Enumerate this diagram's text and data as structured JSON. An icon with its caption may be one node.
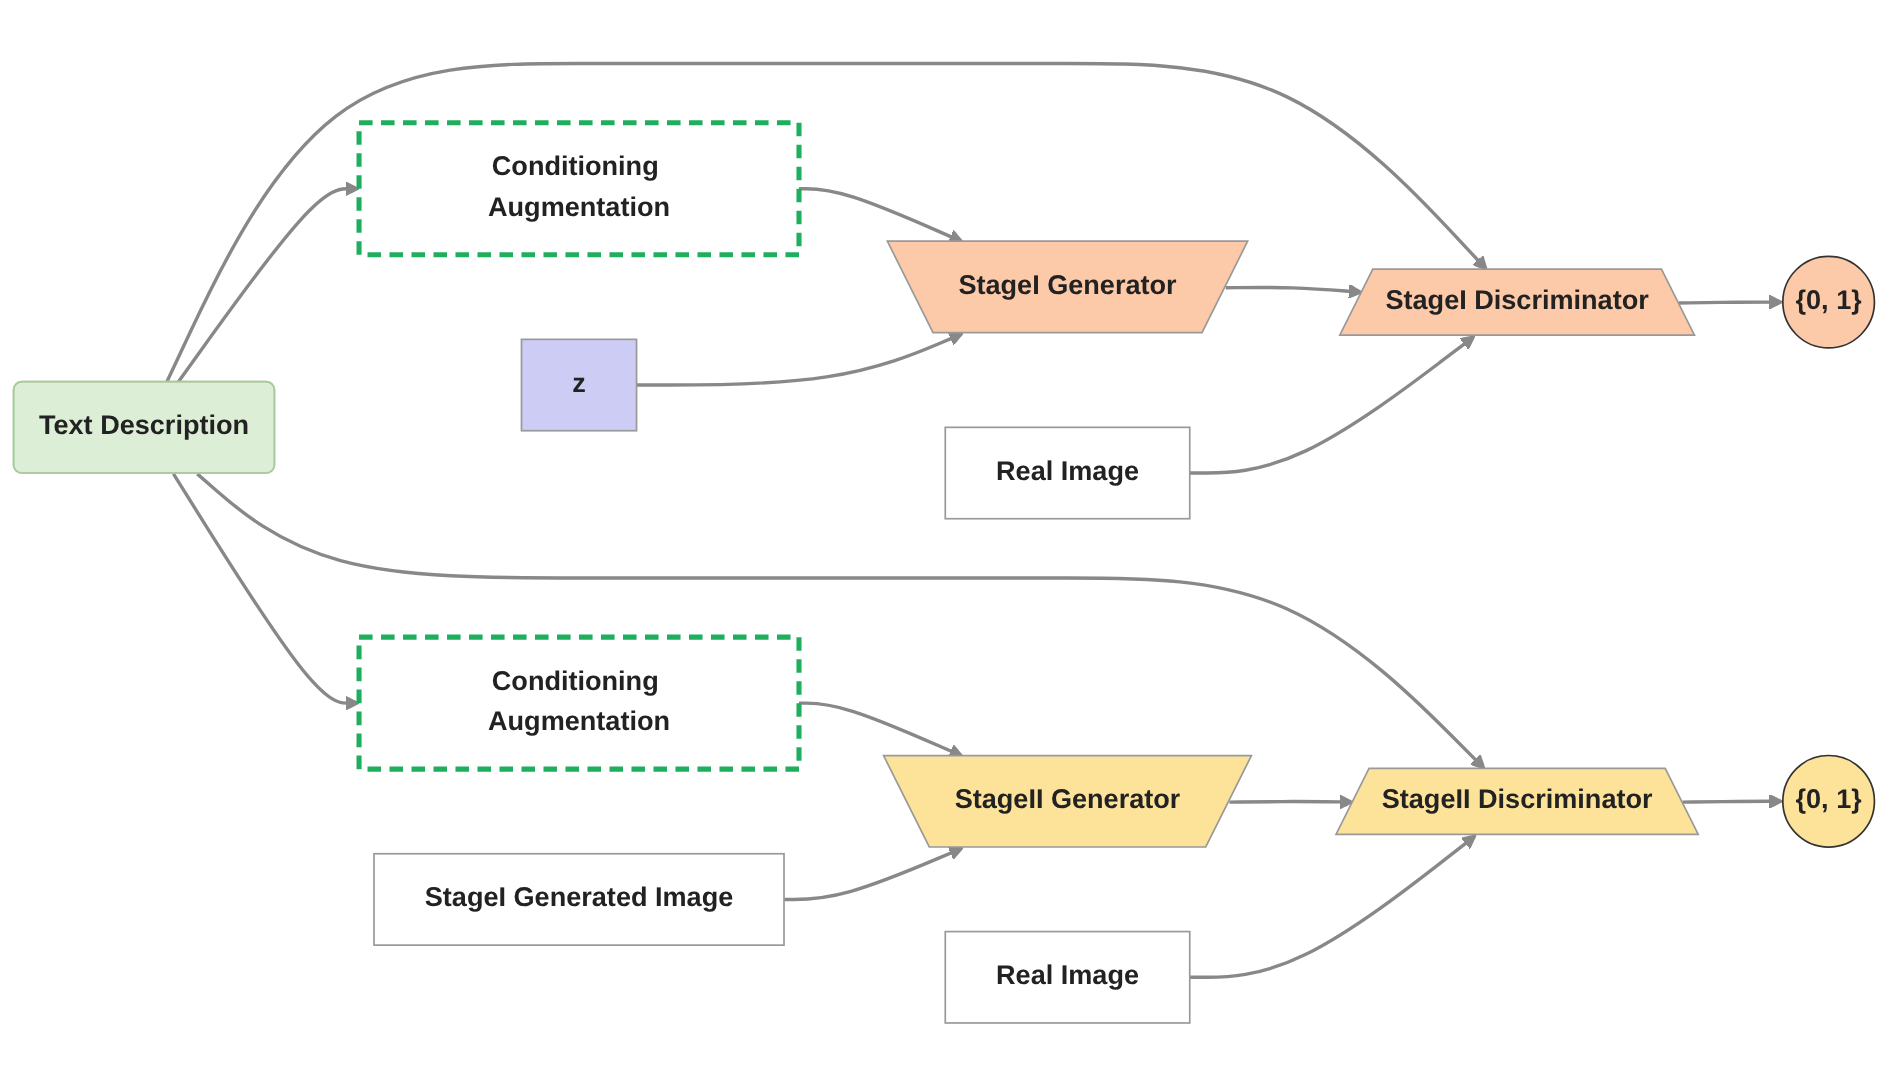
{
  "diagram": {
    "nodes": [
      {
        "text": [
          "Text Description"
        ]
      },
      {
        "text": [
          "Conditioning Augmentation"
        ]
      },
      {
        "text": [
          "StageI Generator"
        ]
      },
      {
        "text": [
          "StageI Discriminator"
        ]
      },
      {
        "text": [
          "{0, 1}"
        ]
      },
      {
        "text": [
          "z"
        ]
      },
      {
        "text": [
          "Real Image"
        ]
      },
      {
        "text": [
          "Conditioning Augmentation"
        ]
      },
      {
        "text": [
          "StageII Generator"
        ]
      },
      {
        "text": [
          "StageII Discriminator"
        ]
      },
      {
        "text": [
          "{0, 1}"
        ]
      },
      {
        "text": [
          "StageI Generated Image"
        ]
      },
      {
        "text": [
          "Real Image"
        ]
      }
    ],
    "edges": [
      {
        "from": 0,
        "to": 1,
        "arrow": "to"
      },
      {
        "from": 0,
        "to": 3,
        "arrow": "to"
      },
      {
        "from": 0,
        "to": 9,
        "arrow": "to"
      },
      {
        "from": 0,
        "to": 7,
        "arrow": "to"
      },
      {
        "from": 1,
        "to": 2,
        "arrow": "to"
      },
      {
        "from": 5,
        "to": 2,
        "arrow": "to"
      },
      {
        "from": 2,
        "to": 3,
        "arrow": "to"
      },
      {
        "from": 6,
        "to": 3,
        "arrow": "to"
      },
      {
        "from": 3,
        "to": 4,
        "arrow": "to"
      },
      {
        "from": 7,
        "to": 8,
        "arrow": "to"
      },
      {
        "from": 11,
        "to": 8,
        "arrow": "to"
      },
      {
        "from": 8,
        "to": 9,
        "arrow": "to"
      },
      {
        "from": 12,
        "to": 9,
        "arrow": "to"
      },
      {
        "from": 9,
        "to": 10,
        "arrow": "to"
      }
    ]
  }
}
